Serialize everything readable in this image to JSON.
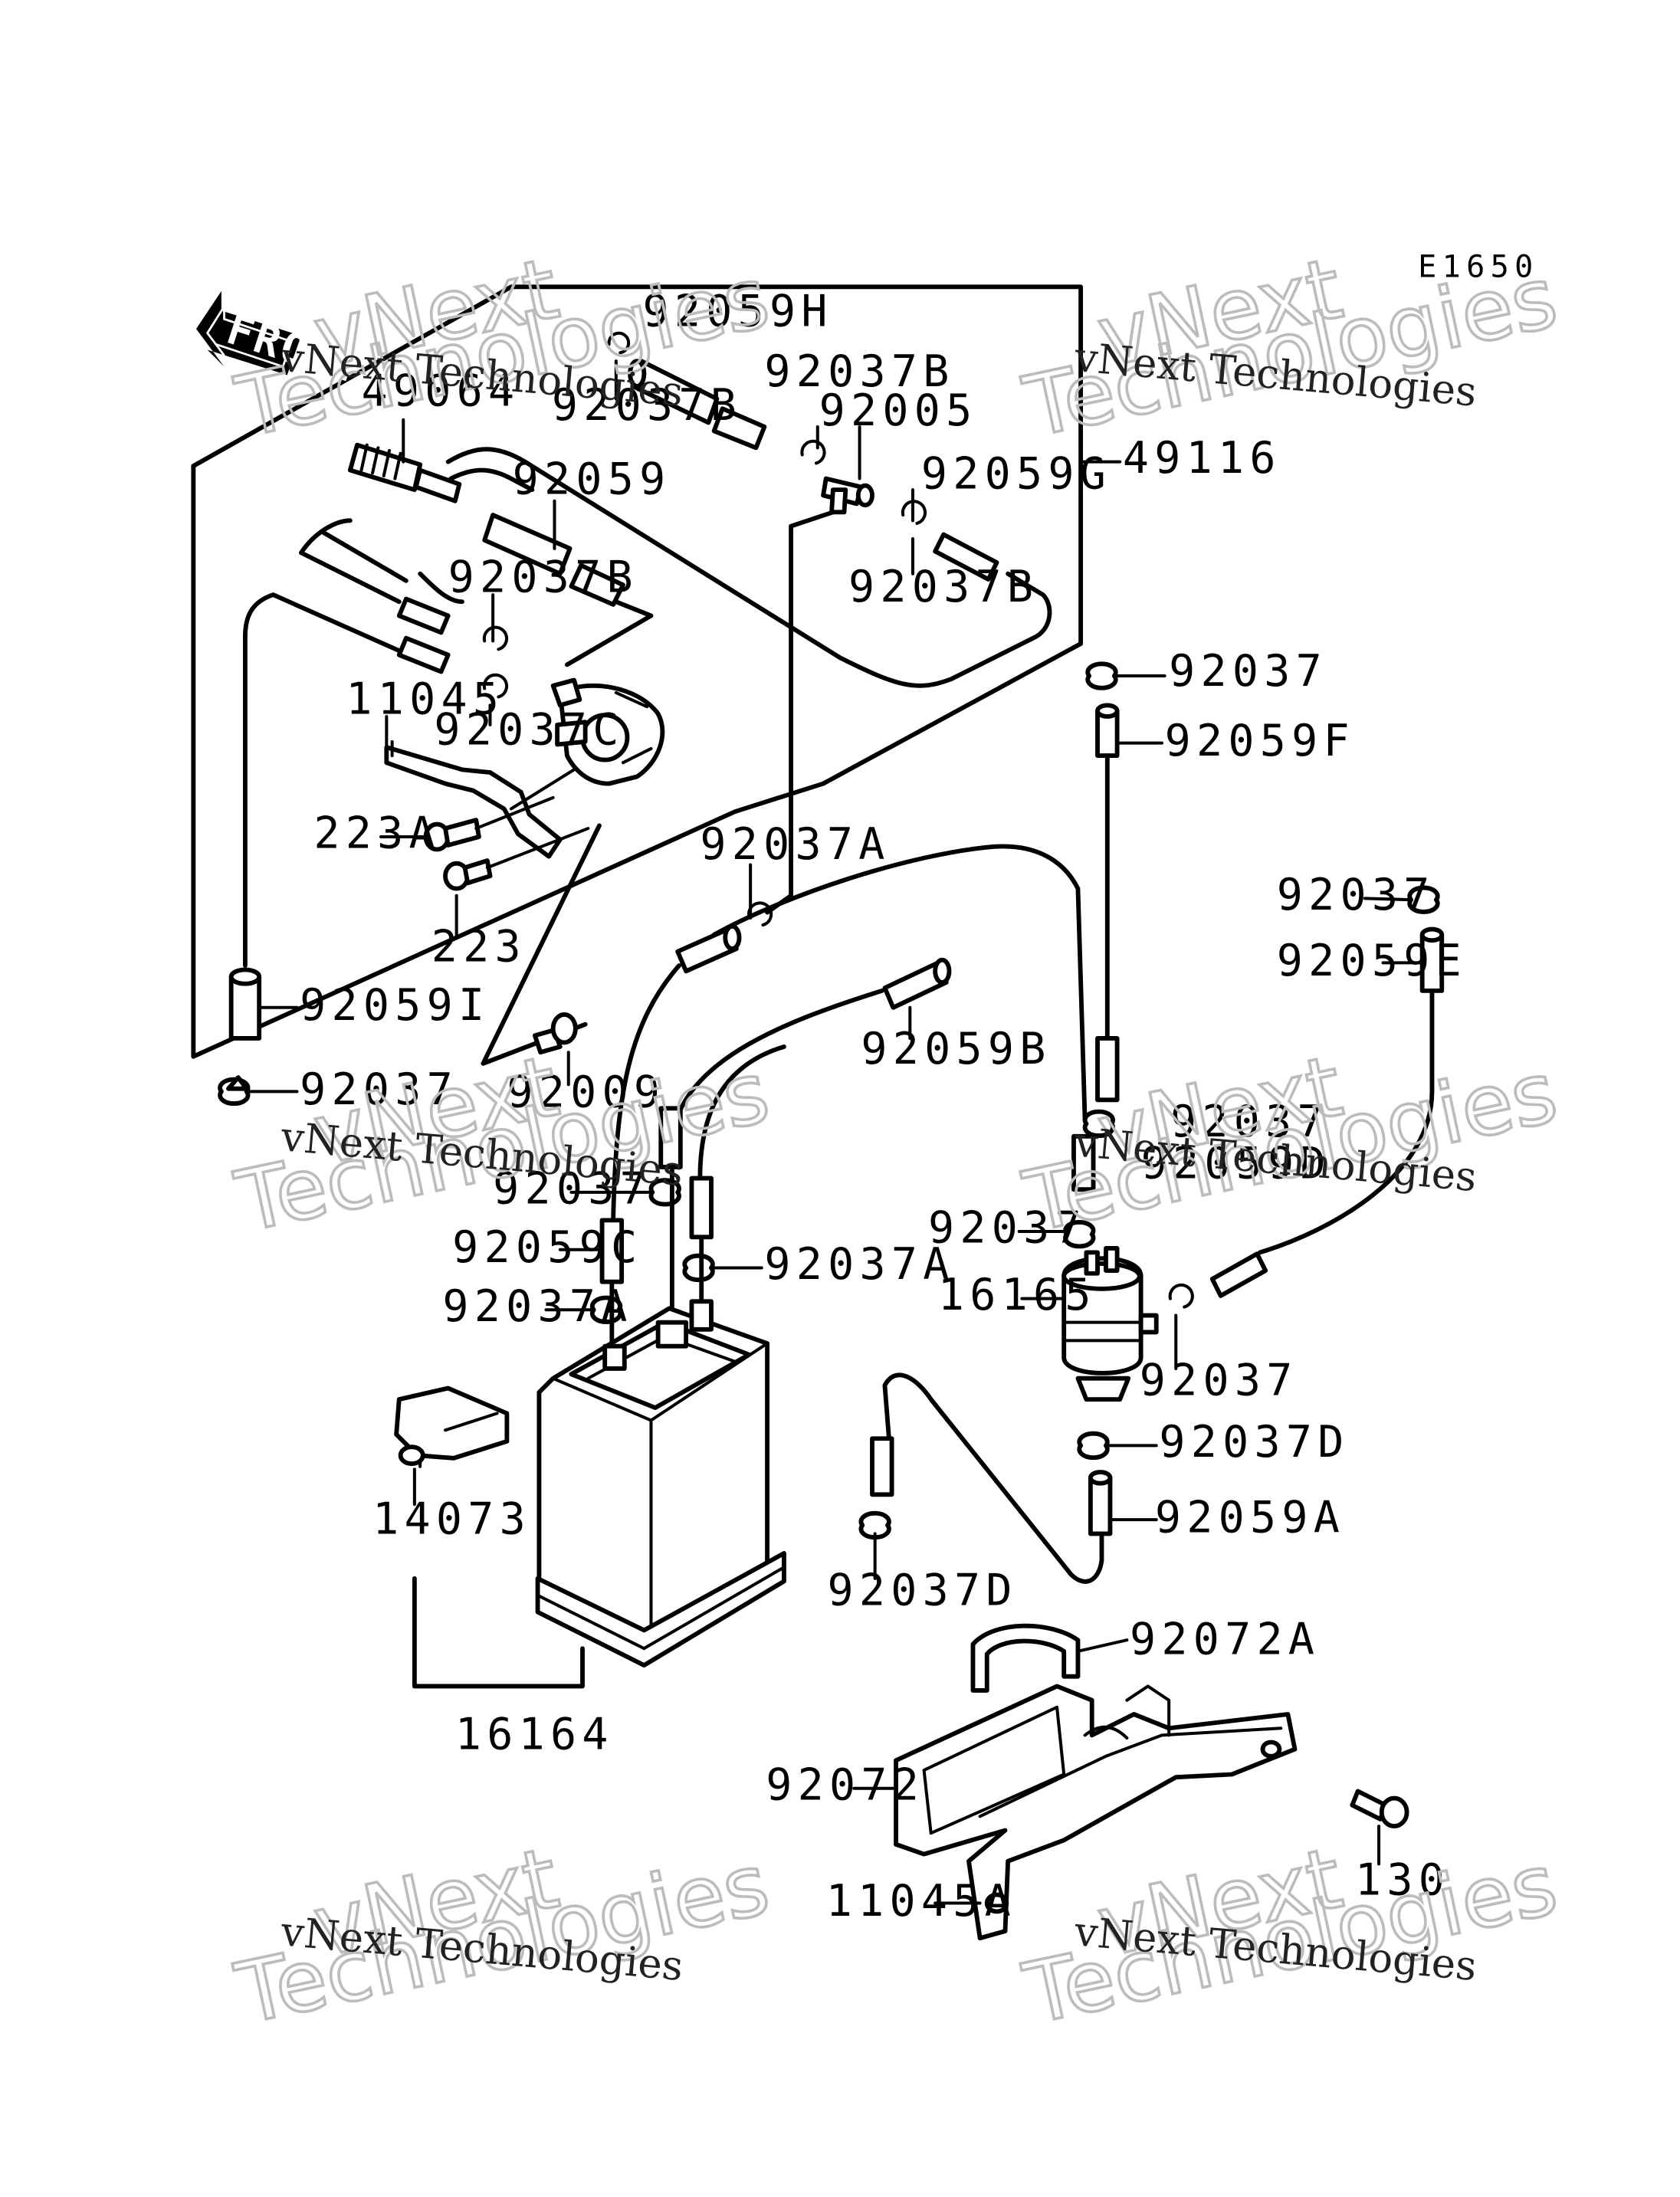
{
  "diagram": {
    "code": "E1650",
    "front_label": "FRONT",
    "labels": [
      {
        "id": "92059H",
        "text": "92059H"
      },
      {
        "id": "92037B_a",
        "text": "92037B"
      },
      {
        "id": "92037B_b",
        "text": "92037B"
      },
      {
        "id": "92005",
        "text": "92005"
      },
      {
        "id": "49064",
        "text": "49064"
      },
      {
        "id": "49116",
        "text": "49116"
      },
      {
        "id": "92059",
        "text": "92059"
      },
      {
        "id": "92059G",
        "text": "92059G"
      },
      {
        "id": "92037B_c",
        "text": "92037B"
      },
      {
        "id": "92037B_d",
        "text": "92037B"
      },
      {
        "id": "11045",
        "text": "11045"
      },
      {
        "id": "92037C",
        "text": "92037C"
      },
      {
        "id": "92037_a",
        "text": "92037"
      },
      {
        "id": "92059F",
        "text": "92059F"
      },
      {
        "id": "223A",
        "text": "223A"
      },
      {
        "id": "92037A_a",
        "text": "92037A"
      },
      {
        "id": "223",
        "text": "223"
      },
      {
        "id": "92037_b",
        "text": "92037"
      },
      {
        "id": "92059E",
        "text": "92059E"
      },
      {
        "id": "92059I",
        "text": "92059I"
      },
      {
        "id": "92059B",
        "text": "92059B"
      },
      {
        "id": "92037_c",
        "text": "92037"
      },
      {
        "id": "92009",
        "text": "92009"
      },
      {
        "id": "92037_d",
        "text": "92037"
      },
      {
        "id": "92059D",
        "text": "92059D"
      },
      {
        "id": "92037_e",
        "text": "92037"
      },
      {
        "id": "92037_f",
        "text": "92037"
      },
      {
        "id": "92037A_b",
        "text": "92037A"
      },
      {
        "id": "92059C",
        "text": "92059C"
      },
      {
        "id": "16165",
        "text": "16165"
      },
      {
        "id": "92037A_c",
        "text": "92037A"
      },
      {
        "id": "92037_g",
        "text": "92037"
      },
      {
        "id": "92037D_a",
        "text": "92037D"
      },
      {
        "id": "14073",
        "text": "14073"
      },
      {
        "id": "92059A",
        "text": "92059A"
      },
      {
        "id": "92037D_b",
        "text": "92037D"
      },
      {
        "id": "92072A",
        "text": "92072A"
      },
      {
        "id": "16164",
        "text": "16164"
      },
      {
        "id": "92072",
        "text": "92072"
      },
      {
        "id": "130",
        "text": "130"
      },
      {
        "id": "11045A",
        "text": "11045A"
      }
    ]
  },
  "watermark": {
    "line1": "vNext Technologies",
    "line2a": "vNext",
    "line2b": "Technologies"
  }
}
